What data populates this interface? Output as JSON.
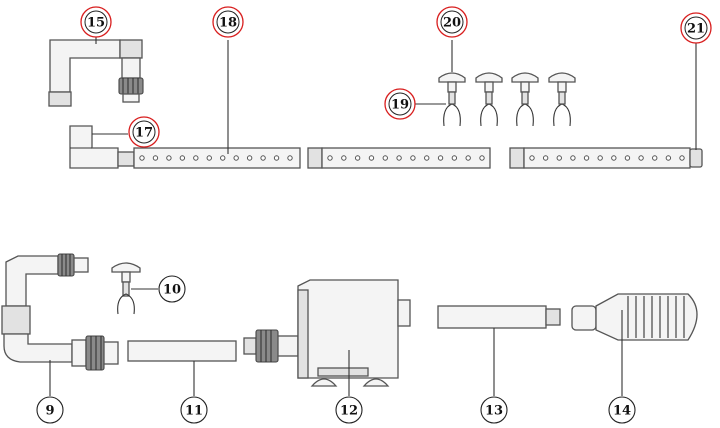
{
  "diagram": {
    "callouts": {
      "c15": "15",
      "c18": "18",
      "c20": "20",
      "c21": "21",
      "c19": "19",
      "c17": "17",
      "c10": "10",
      "c9": "9",
      "c11": "11",
      "c12": "12",
      "c13": "13",
      "c14": "14"
    },
    "colors": {
      "callout_ring_red": "#d81e1e",
      "callout_ring_black": "#222222",
      "part_fill": "#f4f4f4",
      "part_stroke": "#555555"
    }
  }
}
